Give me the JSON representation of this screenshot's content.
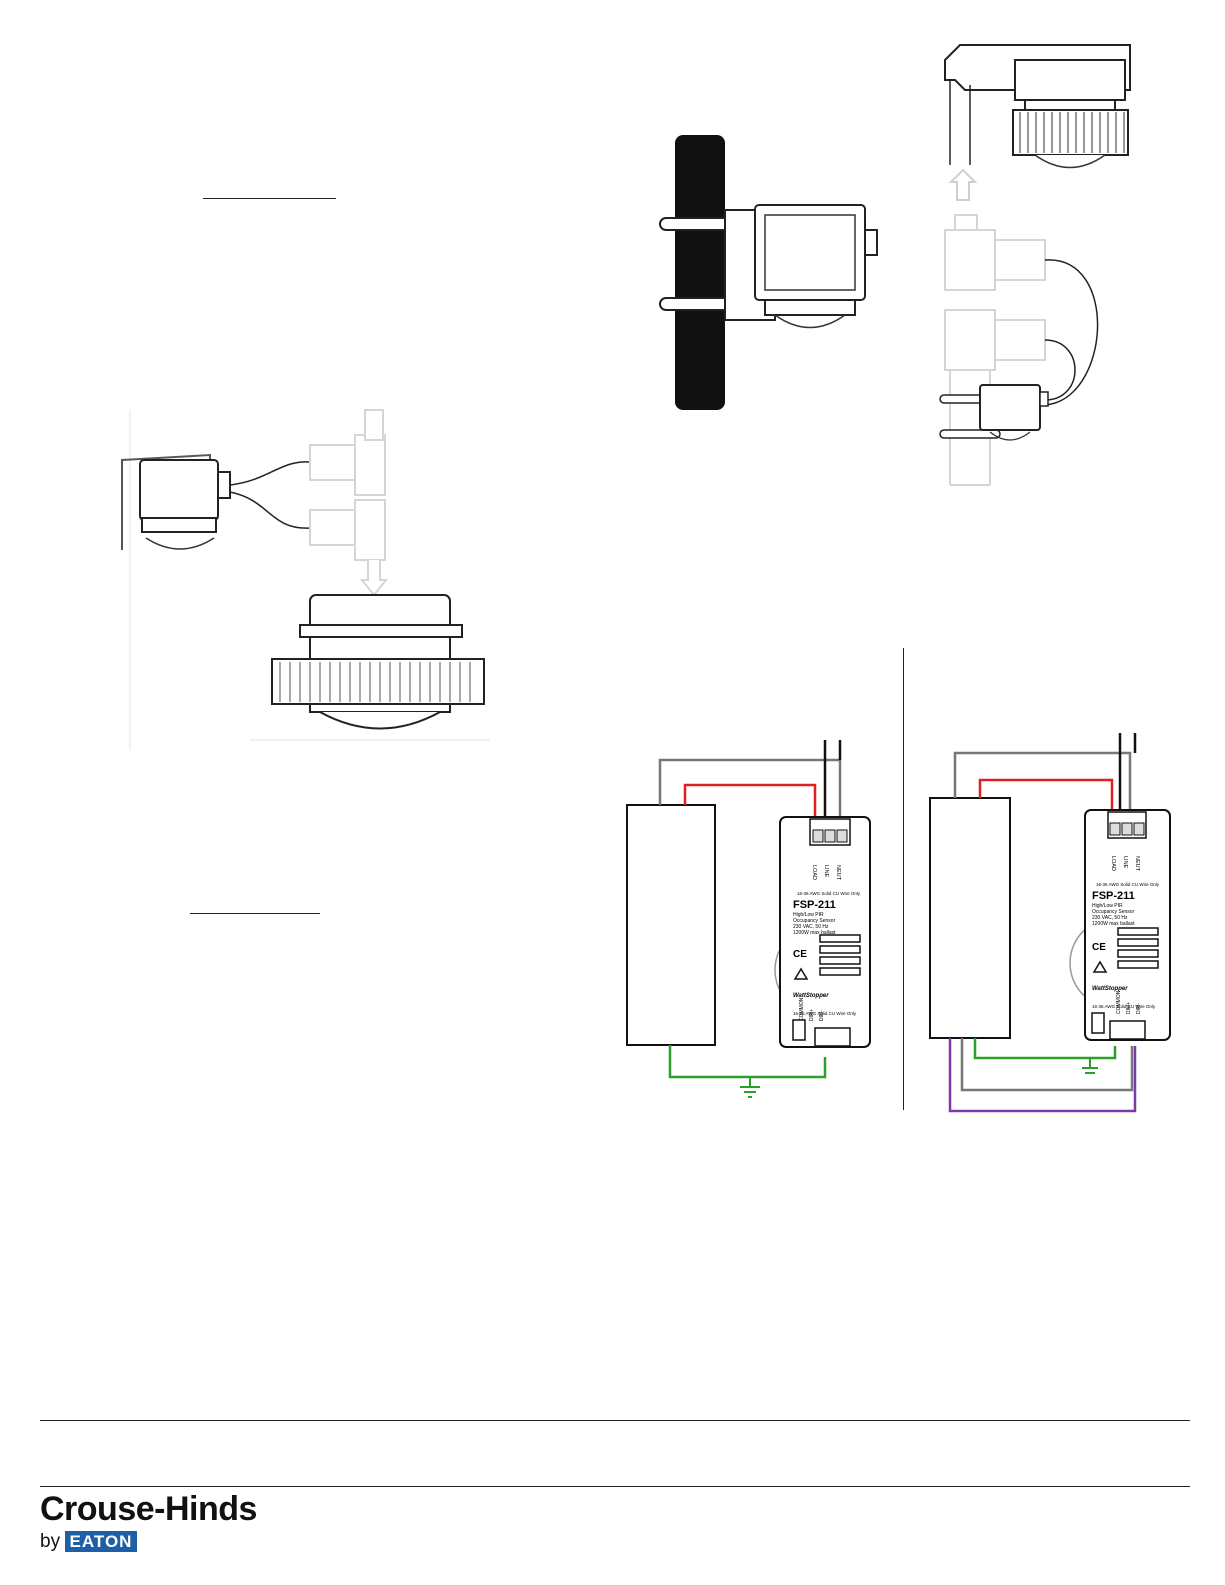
{
  "sensor_label": {
    "terminals_top": [
      "LOAD",
      "LINE",
      "NEUT"
    ],
    "rating_top": "16-36 AWG Solid CU Wire Only",
    "model": "FSP-211",
    "description_lines": [
      "High/Low PIR",
      "Occupancy Sensor",
      "230 VAC, 50 Hz",
      "1200W max ballast"
    ],
    "brand": "WattStopper",
    "rating_bottom": "16-36 AWG Solid CU Wire Only",
    "terminals_bottom": [
      "COMMON",
      "DIM+",
      "DIM-"
    ],
    "ce_mark": "CE"
  },
  "footer": {
    "brand_name": "Crouse-Hinds",
    "brand_by": "by",
    "brand_parent": "EATON"
  },
  "colors": {
    "line_wire": "#e02020",
    "ground_wire": "#2aa02a",
    "dim_wire": "#7a3aa8",
    "neutral_wire": "#777777",
    "eaton_blue": "#1f5fa8"
  }
}
